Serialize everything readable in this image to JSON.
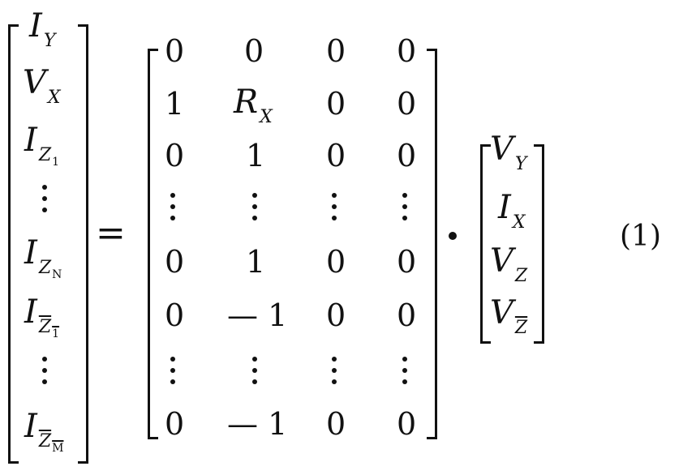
{
  "equation": {
    "lhs": [
      {
        "main": "I",
        "sub": "Y"
      },
      {
        "main": "V",
        "sub": "X"
      },
      {
        "main": "I",
        "sub": "Z",
        "subsub": "1"
      },
      {
        "dots": true
      },
      {
        "main": "I",
        "sub": "Z",
        "subsub": "N"
      },
      {
        "main": "I",
        "sub": "Z",
        "subsub": "1",
        "overline": true
      },
      {
        "dots": true
      },
      {
        "main": "I",
        "sub": "Z",
        "subsub": "M",
        "overline": true
      }
    ],
    "equals": "=",
    "matrix": [
      [
        "0",
        "0",
        "0",
        "0"
      ],
      [
        "1",
        "R_X",
        "0",
        "0"
      ],
      [
        "0",
        "1",
        "0",
        "0"
      ],
      [
        "⋮",
        "⋮",
        "⋮",
        "⋮"
      ],
      [
        "0",
        "1",
        "0",
        "0"
      ],
      [
        "0",
        "— 1",
        "0",
        "0"
      ],
      [
        "⋮",
        "⋮",
        "⋮",
        "⋮"
      ],
      [
        "0",
        "— 1",
        "0",
        "0"
      ]
    ],
    "matrix_var": {
      "main": "R",
      "sub": "X"
    },
    "operator": "•",
    "rhs": [
      {
        "main": "V",
        "sub": "Y"
      },
      {
        "main": "I",
        "sub": "X"
      },
      {
        "main": "V",
        "sub": "Z"
      },
      {
        "main": "V",
        "sub": "Z",
        "overline": true
      }
    ],
    "label": "(1)"
  }
}
